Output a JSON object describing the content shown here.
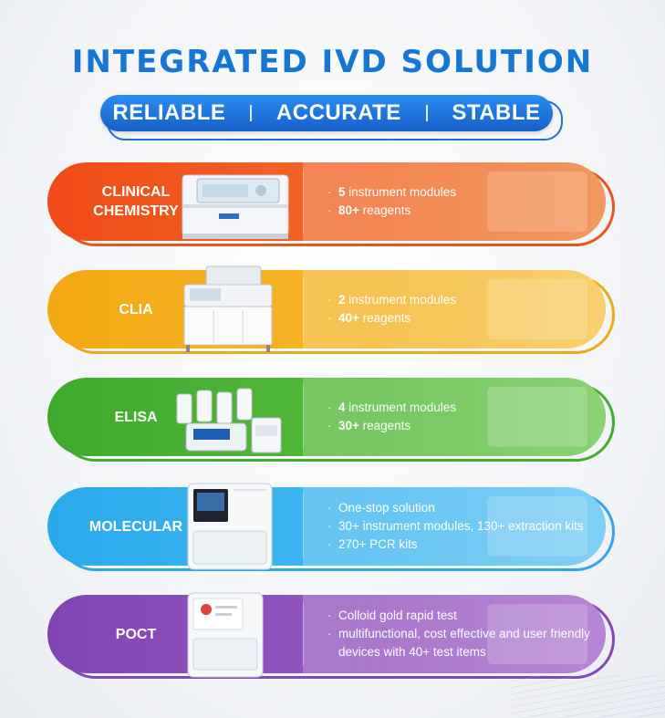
{
  "header": {
    "title": "INTEGRATED IVD SOLUTION",
    "tags": [
      "RELIABLE",
      "ACCURATE",
      "STABLE"
    ]
  },
  "rows": [
    {
      "label": "CLINICAL\nCHEMISTRY",
      "device_icon": "chemistry-analyzer",
      "bullets": [
        {
          "strong": "5",
          "text": " instrument modules"
        },
        {
          "strong": "80+",
          "text": " reagents"
        }
      ]
    },
    {
      "label": "CLIA",
      "device_icon": "clia-analyzer",
      "bullets": [
        {
          "strong": "2",
          "text": " instrument modules"
        },
        {
          "strong": "40+",
          "text": " reagents"
        }
      ]
    },
    {
      "label": "ELISA",
      "device_icon": "elisa-washer",
      "bullets": [
        {
          "strong": "4",
          "text": " instrument modules"
        },
        {
          "strong": "30+",
          "text": " reagents"
        }
      ]
    },
    {
      "label": "MOLECULAR",
      "device_icon": "pcr-instrument",
      "bullets": [
        {
          "strong": "",
          "text": "One-stop solution"
        },
        {
          "strong": "",
          "text": "30+ instrument modules, 130+ extraction kits"
        },
        {
          "strong": "",
          "text": "270+ PCR kits"
        }
      ]
    },
    {
      "label": "POCT",
      "device_icon": "poct-analyzer",
      "bullets": [
        {
          "strong": "",
          "text": "Colloid gold rapid test"
        },
        {
          "strong": "",
          "text": "multifunctional, cost effective and user friendly devices with 40+ test items"
        }
      ]
    }
  ],
  "colors": {
    "title": "#1676d6",
    "chemistry": "#f04a17",
    "clia": "#f3a914",
    "elisa": "#3faa2e",
    "molecular": "#2aa9ec",
    "poct": "#8145b3"
  }
}
